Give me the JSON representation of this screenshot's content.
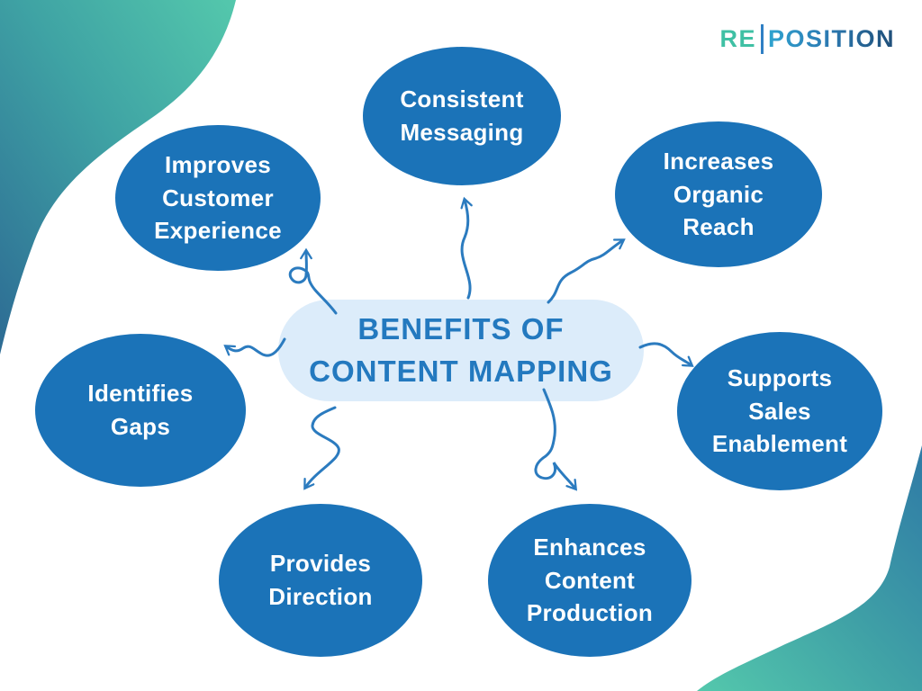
{
  "logo": {
    "re": "RE",
    "position": "POSITION"
  },
  "center": {
    "title": "BENEFITS OF\nCONTENT MAPPING"
  },
  "nodes": [
    {
      "id": "consistent-messaging",
      "label": "Consistent\nMessaging"
    },
    {
      "id": "improves-customer-experience",
      "label": "Improves\nCustomer\nExperience"
    },
    {
      "id": "increases-organic-reach",
      "label": "Increases\nOrganic\nReach"
    },
    {
      "id": "identifies-gaps",
      "label": "Identifies\nGaps"
    },
    {
      "id": "supports-sales-enablement",
      "label": "Supports\nSales\nEnablement"
    },
    {
      "id": "provides-direction",
      "label": "Provides\nDirection"
    },
    {
      "id": "enhances-content-production",
      "label": "Enhances\nContent\nProduction"
    }
  ],
  "colors": {
    "node_fill": "#1b73b8",
    "node_text": "#ffffff",
    "pill_bg": "#dcecfa",
    "title_color": "#2379bf",
    "arrow": "#2b7bbf",
    "logo_re": "#3fc0a4",
    "logo_bar": "#2f7fc4",
    "logo_pos_start": "#2fa3cf",
    "logo_pos_end": "#1f4e78",
    "blob_blue": "#2d6b94",
    "blob_teal": "#54c8ac",
    "blob_blue2": "#2f7aa6"
  }
}
